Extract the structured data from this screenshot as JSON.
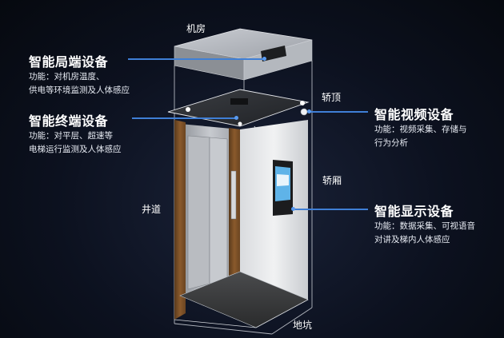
{
  "diagram": {
    "labels": {
      "machine_room": "机房",
      "car_top": "轿顶",
      "car_body": "轿厢",
      "shaft": "井道",
      "pit": "地坑"
    },
    "devices": [
      {
        "title": "智能局端设备",
        "desc": "功能：对机房温度、\n供电等环境监测及人体感应"
      },
      {
        "title": "智能终端设备",
        "desc": "功能：对平层、超速等\n电梯运行监测及人体感应"
      },
      {
        "title": "智能视频设备",
        "desc": "功能：视频采集、存储与\n行为分析"
      },
      {
        "title": "智能显示设备",
        "desc": "功能：数据采集、可视语音\n对讲及梯内人体感应"
      }
    ]
  },
  "colors": {
    "leader_line": "#3f7fd6",
    "background": "#0c111f"
  }
}
